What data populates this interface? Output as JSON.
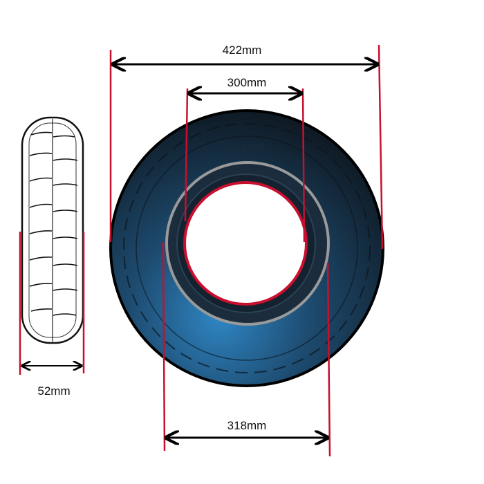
{
  "dimensions": {
    "outer_diameter": "422mm",
    "inner_diameter": "300mm",
    "tread_diameter": "318mm",
    "width": "52mm"
  },
  "tire_marking": "NYLON",
  "colors": {
    "dimension_line": "#c8102e",
    "arrow": "#000000",
    "tire_dark": "#14202c",
    "tire_blue": "#2f7fb8",
    "rim_ring": "#9a9a9a"
  }
}
